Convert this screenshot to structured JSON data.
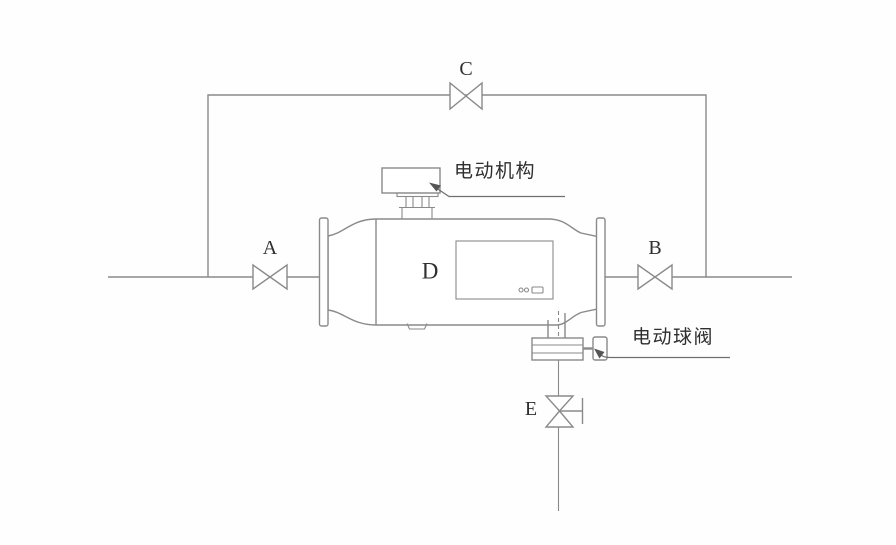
{
  "diagram": {
    "labels": {
      "valve_a": "A",
      "valve_b": "B",
      "valve_c": "C",
      "vessel": "D",
      "valve_e": "E",
      "actuator": "电动机构",
      "electric_ball_valve": "电动球阀"
    },
    "colors": {
      "line": "#8a8a8a",
      "dark_line": "#555555",
      "text": "#2f2f2f",
      "background": "#fefefe"
    }
  }
}
